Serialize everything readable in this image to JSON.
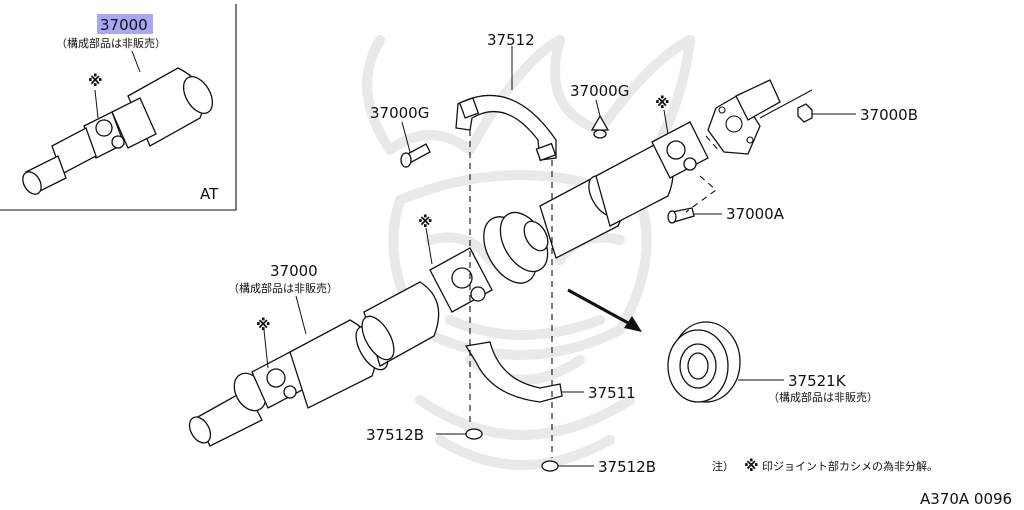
{
  "inset": {
    "part_number": "37000",
    "note": "（構成部品は非販売）",
    "mark": "※",
    "variant_label": "AT",
    "highlight_color": "#a9a6f2"
  },
  "callouts": {
    "p37512_top": "37512",
    "p37000G_left": "37000G",
    "p37000G_right": "37000G",
    "mark_flange": "※",
    "p37000B": "37000B",
    "p37000A": "37000A",
    "mark_center": "※",
    "p37000_main": "37000",
    "p37000_note": "（構成部品は非販売）",
    "mark_front": "※",
    "p37511": "37511",
    "p37512B_left": "37512B",
    "p37512B_right": "37512B",
    "p37521K": "37521K",
    "p37521K_note": "（構成部品は非販売）"
  },
  "footnote": {
    "prefix": "注）",
    "mark": "※",
    "text": "印ジョイント部カシメの為非分解。"
  },
  "figure_code": "A370A 0096"
}
